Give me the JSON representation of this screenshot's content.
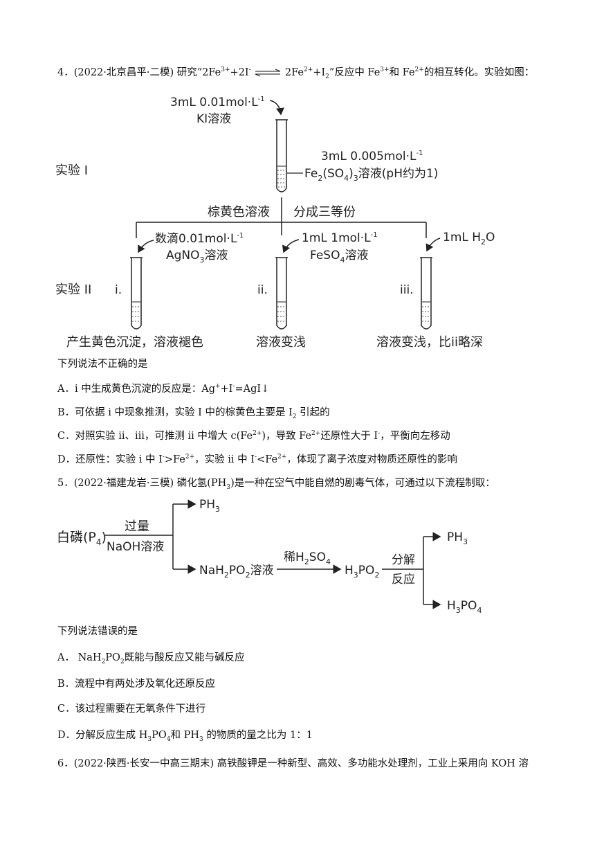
{
  "q4": {
    "stem_a": "4．(2022·北京昌平·二模) 研究“2Fe",
    "stem_b": "+2I",
    "stem_c": "2Fe",
    "stem_d": "+I",
    "stem_e": "”反应中 Fe",
    "stem_f": "和 Fe",
    "stem_g": "的相互转化。实验如图：",
    "sup_3plus": "3+",
    "sup_minus": "-",
    "sup_2plus": "2+",
    "sub_2": "2",
    "diagram": {
      "ki_line1": "3mL 0.01mol·L",
      "ki_line2": "KI溶液",
      "exp1": "实验 I",
      "fe_line1": "3mL 0.005mol·L",
      "fe_line2a": "Fe",
      "fe_line2b": "(SO",
      "fe_line2c": ")",
      "fe_line2d": "溶液(pH约为1)",
      "brown": "棕黄色溶液",
      "split": "分成三等份",
      "ag_line1": "数滴0.01mol·L",
      "ag_line2a": "AgNO",
      "ag_line2b": "溶液",
      "feso4_line1": "1mL 1mol·L",
      "feso4_line2a": "FeSO",
      "feso4_line2b": "溶液",
      "water_a": "1mL H",
      "water_b": "O",
      "exp2": "实验 II",
      "label_i": "i.",
      "label_ii": "ii.",
      "label_iii": "iii.",
      "result_i": "产生黄色沉淀，溶液褪色",
      "result_ii": "溶液变浅",
      "result_iii": "溶液变浅，比ii略深",
      "minus1": "-1",
      "sub3": "3",
      "sub4": "4",
      "sub2": "2"
    },
    "question": "下列说法不正确的是",
    "optA_a": "A．i 中生成黄色沉淀的反应是：Ag",
    "optA_b": "+I",
    "optA_c": "=AgI↓",
    "optB_a": "B．可依据 i 中现象推测，实验 I 中的棕黄色主要是 I",
    "optB_b": " 引起的",
    "optC_a": "C．对照实验 ii、iii，可推测 ii 中增大 c(Fe",
    "optC_b": ")，导致 Fe",
    "optC_c": "还原性大于 I",
    "optC_d": "，平衡向左移动",
    "optD_a": "D．还原性：实验 i 中 I",
    "optD_b": ">Fe",
    "optD_c": "，实验 ii 中 I",
    "optD_d": "<Fe",
    "optD_e": "，体现了离子浓度对物质还原性的影响",
    "plus": "+"
  },
  "q5": {
    "stem_a": "5．(2022·福建龙岩·三模) 磷化氢(PH",
    "stem_b": ")是一种在空气中能自燃的剧毒气体，可通过以下流程制取：",
    "diagram": {
      "white_p_a": "白磷(P",
      "white_p_b": ")",
      "excess": "过量",
      "naoh": "NaOH溶液",
      "ph3_top_a": "PH",
      "nah2po2_a": "NaH",
      "nah2po2_b": "PO",
      "nah2po2_c": "溶液",
      "dilute_a": "稀H",
      "dilute_b": "SO",
      "h3po2_a": "H",
      "h3po2_b": "PO",
      "decomp": "分解",
      "reaction": "反应",
      "ph3_right_a": "PH",
      "h3po4_a": "H",
      "h3po4_b": "PO",
      "s2": "2",
      "s3": "3",
      "s4": "4"
    },
    "question": "下列说法错误的是",
    "optA_a": "A． NaH",
    "optA_b": "PO",
    "optA_c": "既能与酸反应又能与碱反应",
    "optB": "B．流程中有两处涉及氧化还原反应",
    "optC": "C．该过程需要在无氧条件下进行",
    "optD_a": "D．分解反应生成 H",
    "optD_b": "PO",
    "optD_c": "和 PH",
    "optD_d": " 的物质的量之比为 1：1",
    "s2": "2",
    "s3": "3",
    "s4": "4"
  },
  "q6": {
    "stem": "6．(2022·陕西·长安一中高三期末) 高铁酸钾是一种新型、高效、多功能水处理剂，工业上采用向 KOH 溶"
  }
}
